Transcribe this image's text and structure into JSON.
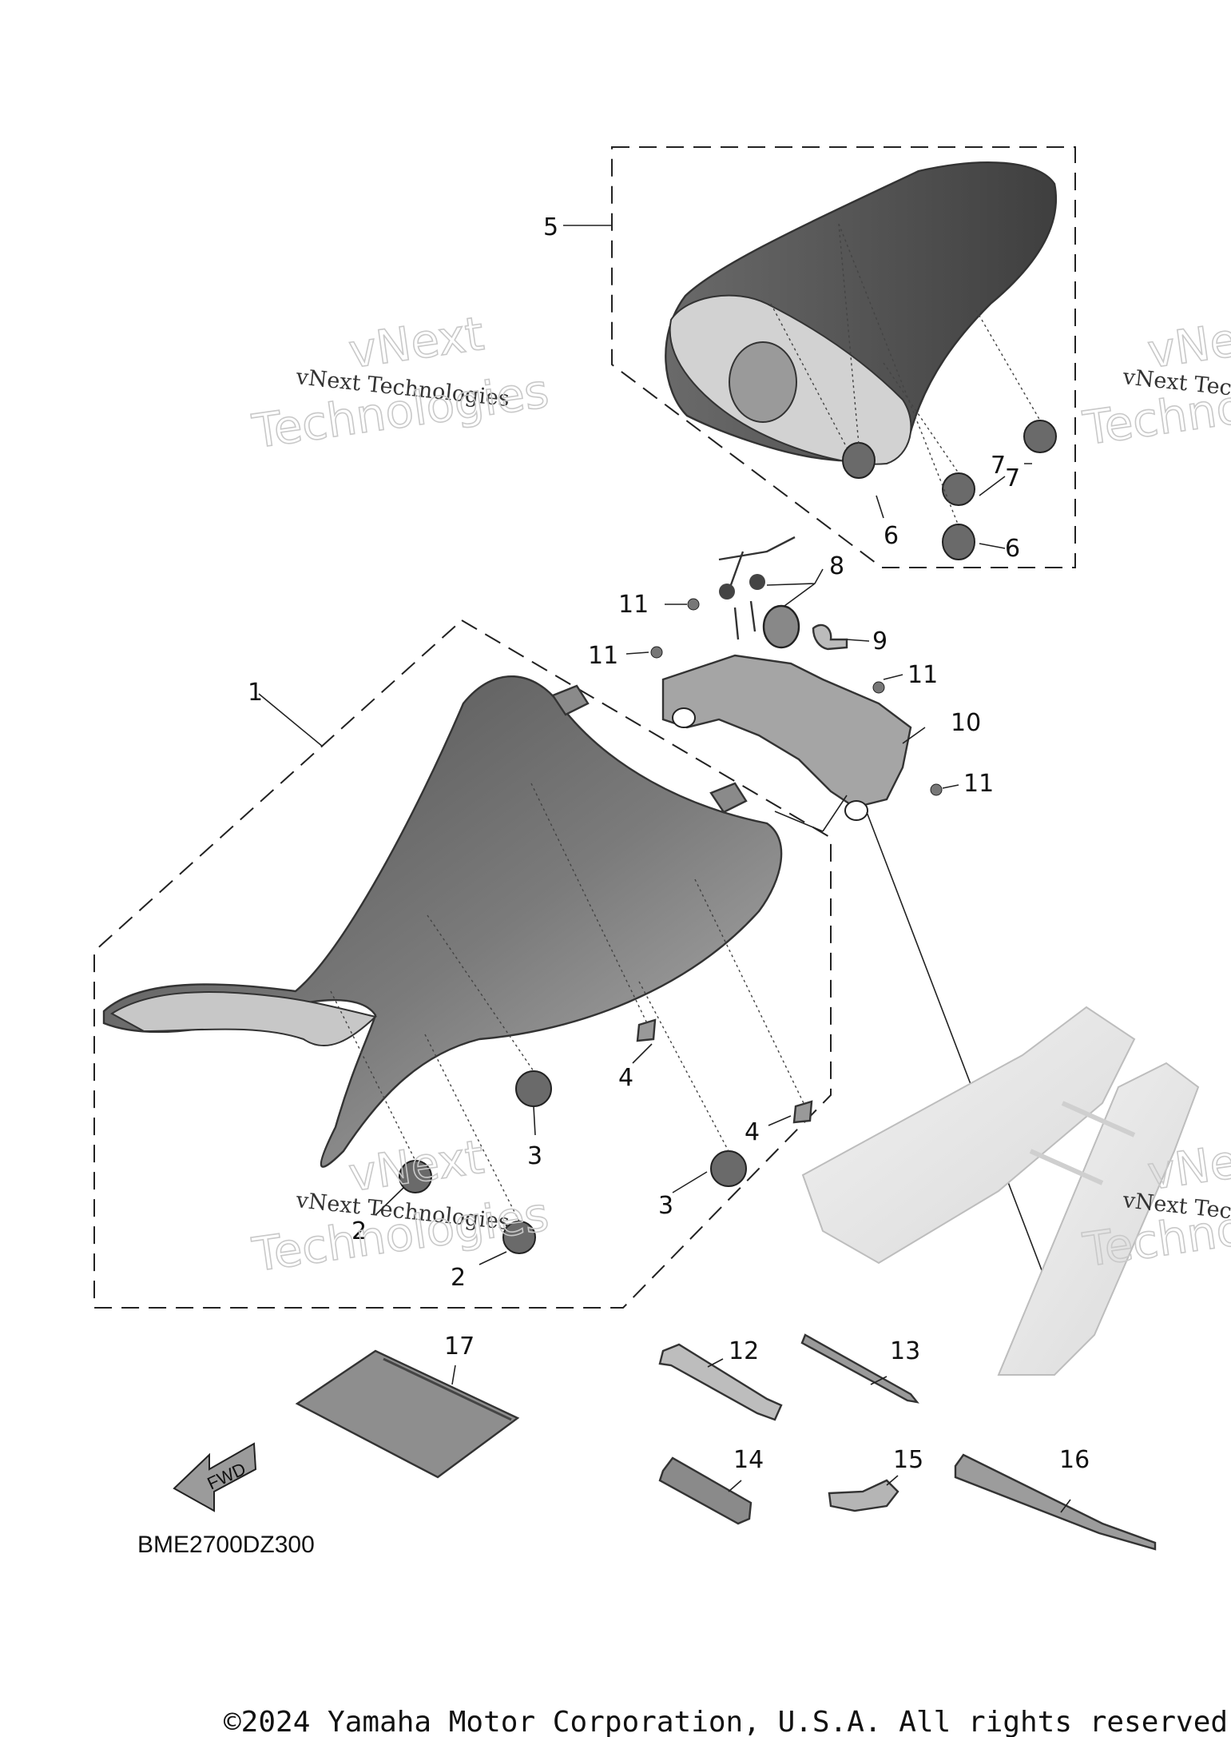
{
  "diagram": {
    "callouts": [
      {
        "id": "c1",
        "text": "1"
      },
      {
        "id": "c2a",
        "text": "2"
      },
      {
        "id": "c2b",
        "text": "2"
      },
      {
        "id": "c3a",
        "text": "3"
      },
      {
        "id": "c3b",
        "text": "3"
      },
      {
        "id": "c4a",
        "text": "4"
      },
      {
        "id": "c4b",
        "text": "4"
      },
      {
        "id": "c5",
        "text": "5"
      },
      {
        "id": "c6a",
        "text": "6"
      },
      {
        "id": "c6b",
        "text": "6"
      },
      {
        "id": "c7a",
        "text": "7"
      },
      {
        "id": "c7b",
        "text": "7"
      },
      {
        "id": "c8",
        "text": "8"
      },
      {
        "id": "c9",
        "text": "9"
      },
      {
        "id": "c10",
        "text": "10"
      },
      {
        "id": "c11a",
        "text": "11"
      },
      {
        "id": "c11b",
        "text": "11"
      },
      {
        "id": "c11c",
        "text": "11"
      },
      {
        "id": "c11d",
        "text": "11"
      },
      {
        "id": "c12",
        "text": "12"
      },
      {
        "id": "c13",
        "text": "13"
      },
      {
        "id": "c14",
        "text": "14"
      },
      {
        "id": "c15",
        "text": "15"
      },
      {
        "id": "c16",
        "text": "16"
      },
      {
        "id": "c17",
        "text": "17"
      }
    ],
    "fwd_label": "FWD",
    "drawing_code": "BME2700DZ300",
    "watermark": {
      "small": "vNext Technologies",
      "big_line1": "vNext",
      "big_line2": "Technologies",
      "right_small": "vNext Tec",
      "right_big_line1": "vNex",
      "right_big_line2": "Techno"
    },
    "copyright": "©2024 Yamaha Motor Corporation, U.S.A. All rights reserved"
  },
  "colors": {
    "seat_dark": "#5a5a5a",
    "seat_mid": "#8c8c8c",
    "seat_light": "#c8c8c8",
    "frame_ghost": "#e6e6e6",
    "line": "#222222"
  }
}
